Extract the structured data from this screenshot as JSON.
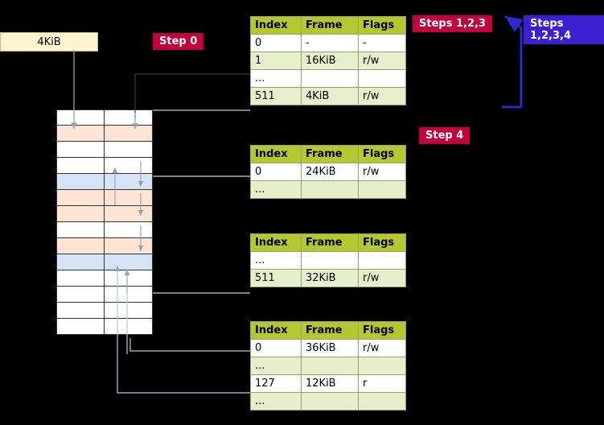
{
  "labels": {
    "four_kib": "4KiB",
    "step0": "Step 0",
    "steps123": "Steps 1,2,3",
    "steps1234": "Steps 1,2,3,4",
    "step4": "Step 4"
  },
  "tables": [
    {
      "name": "page-table-level-1",
      "headers": [
        "Index",
        "Frame",
        "Flags"
      ],
      "rows": [
        [
          "0",
          "-",
          "-"
        ],
        [
          "1",
          "16KiB",
          "r/w"
        ],
        [
          "...",
          "",
          ""
        ],
        [
          "511",
          "4KiB",
          "r/w"
        ]
      ]
    },
    {
      "name": "page-table-level-2",
      "headers": [
        "Index",
        "Frame",
        "Flags"
      ],
      "rows": [
        [
          "0",
          "24KiB",
          "r/w"
        ],
        [
          "...",
          "",
          ""
        ]
      ]
    },
    {
      "name": "page-table-level-3",
      "headers": [
        "Index",
        "Frame",
        "Flags"
      ],
      "rows": [
        [
          "...",
          "",
          ""
        ],
        [
          "511",
          "32KiB",
          "r/w"
        ]
      ]
    },
    {
      "name": "page-table-level-4",
      "headers": [
        "Index",
        "Frame",
        "Flags"
      ],
      "rows": [
        [
          "0",
          "36KiB",
          "r/w"
        ],
        [
          "...",
          "",
          ""
        ],
        [
          "127",
          "12KiB",
          "r"
        ],
        [
          "...",
          "",
          ""
        ]
      ]
    }
  ],
  "memory_cells": [
    {
      "fill": "white"
    },
    {
      "fill": "peach"
    },
    {
      "fill": "white"
    },
    {
      "fill": "white"
    },
    {
      "fill": "blue"
    },
    {
      "fill": "peach"
    },
    {
      "fill": "peach"
    },
    {
      "fill": "white"
    },
    {
      "fill": "peach"
    },
    {
      "fill": "blue"
    },
    {
      "fill": "white"
    },
    {
      "fill": "white"
    },
    {
      "fill": "white"
    },
    {
      "fill": "white"
    }
  ],
  "colors": {
    "header_green": "#b5c72e",
    "row_alt": "#e7eecb",
    "tag_red": "#c2003b",
    "tag_blue": "#3b1fd0",
    "arrow_blue": "#2a2ad0",
    "cell_peach": "#fde4d4",
    "cell_blue": "#d6e4f7",
    "box_cream": "#fdf3d0"
  }
}
